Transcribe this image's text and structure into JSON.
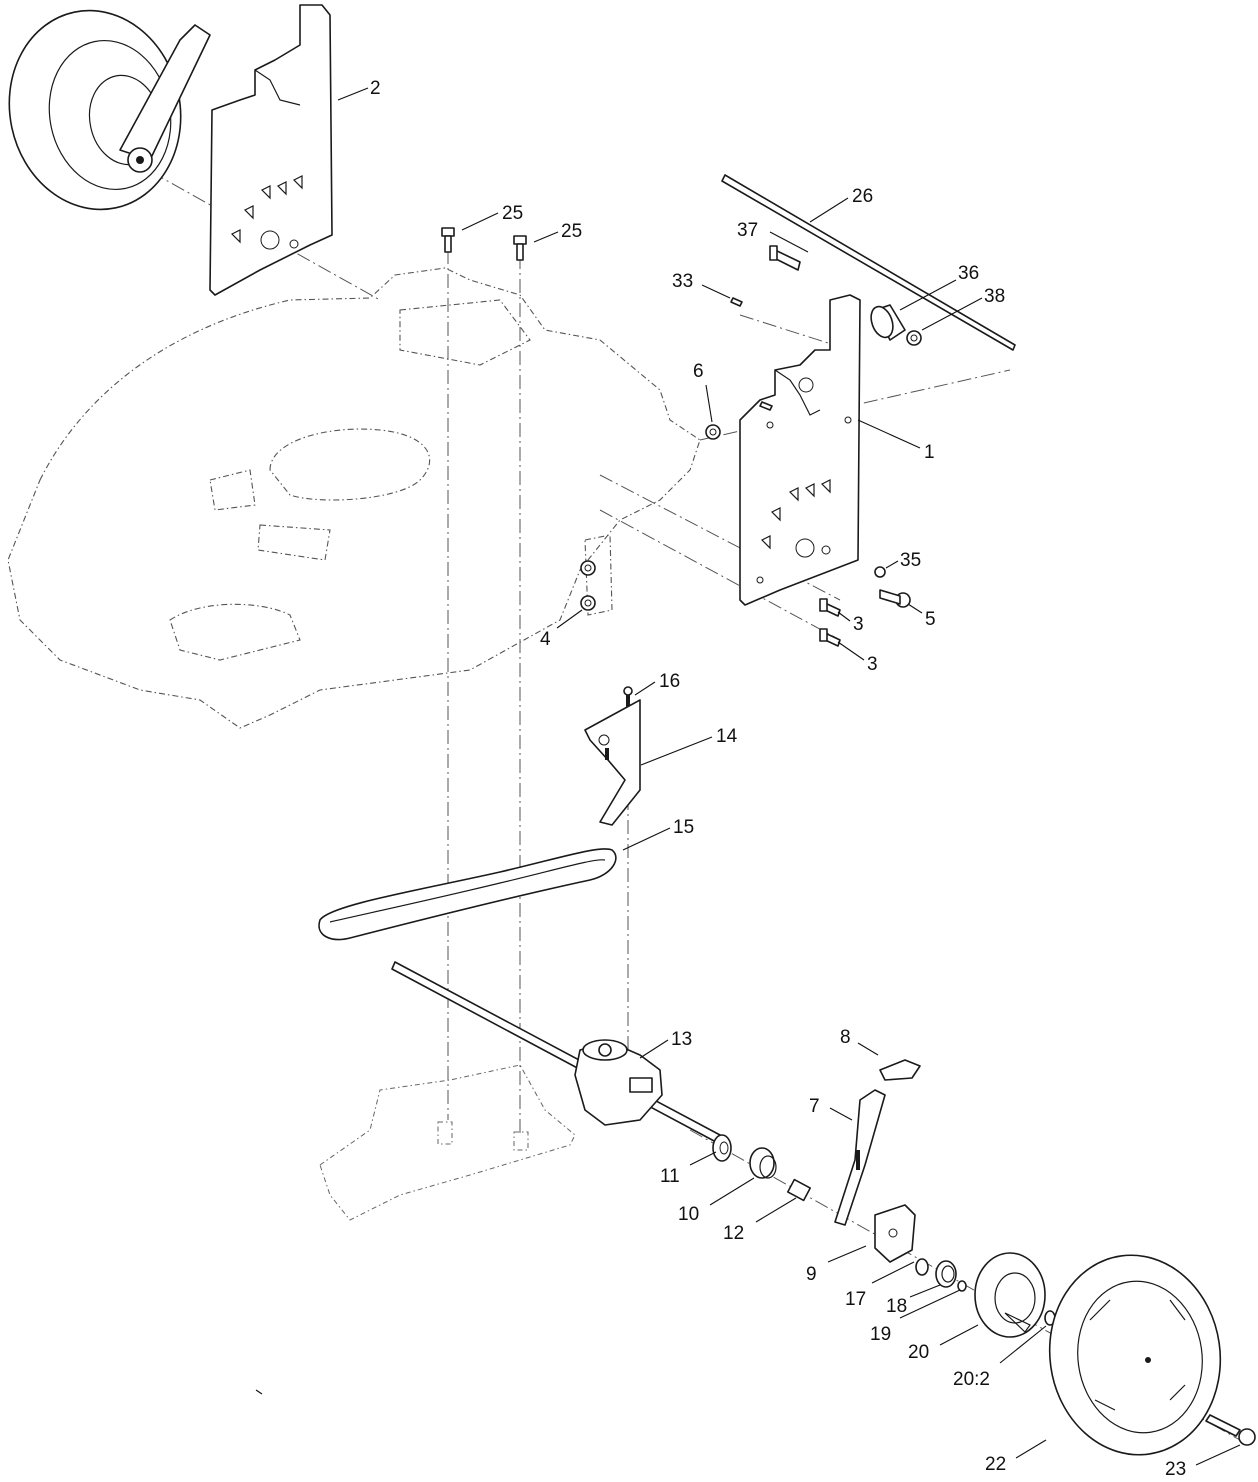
{
  "callouts": [
    {
      "id": "c2",
      "label": "2"
    },
    {
      "id": "c26",
      "label": "26"
    },
    {
      "id": "c25a",
      "label": "25"
    },
    {
      "id": "c25b",
      "label": "25"
    },
    {
      "id": "c37",
      "label": "37"
    },
    {
      "id": "c36",
      "label": "36"
    },
    {
      "id": "c33",
      "label": "33"
    },
    {
      "id": "c38",
      "label": "38"
    },
    {
      "id": "c6",
      "label": "6"
    },
    {
      "id": "c1",
      "label": "1"
    },
    {
      "id": "c35",
      "label": "35"
    },
    {
      "id": "c5",
      "label": "5"
    },
    {
      "id": "c3a",
      "label": "3"
    },
    {
      "id": "c3b",
      "label": "3"
    },
    {
      "id": "c4",
      "label": "4"
    },
    {
      "id": "c16",
      "label": "16"
    },
    {
      "id": "c14",
      "label": "14"
    },
    {
      "id": "c15",
      "label": "15"
    },
    {
      "id": "c13",
      "label": "13"
    },
    {
      "id": "c8",
      "label": "8"
    },
    {
      "id": "c7",
      "label": "7"
    },
    {
      "id": "c11",
      "label": "11"
    },
    {
      "id": "c10",
      "label": "10"
    },
    {
      "id": "c12",
      "label": "12"
    },
    {
      "id": "c9",
      "label": "9"
    },
    {
      "id": "c17",
      "label": "17"
    },
    {
      "id": "c18",
      "label": "18"
    },
    {
      "id": "c19",
      "label": "19"
    },
    {
      "id": "c20",
      "label": "20"
    },
    {
      "id": "c20_2",
      "label": "20:2"
    },
    {
      "id": "c22",
      "label": "22"
    },
    {
      "id": "c23",
      "label": "23"
    }
  ]
}
